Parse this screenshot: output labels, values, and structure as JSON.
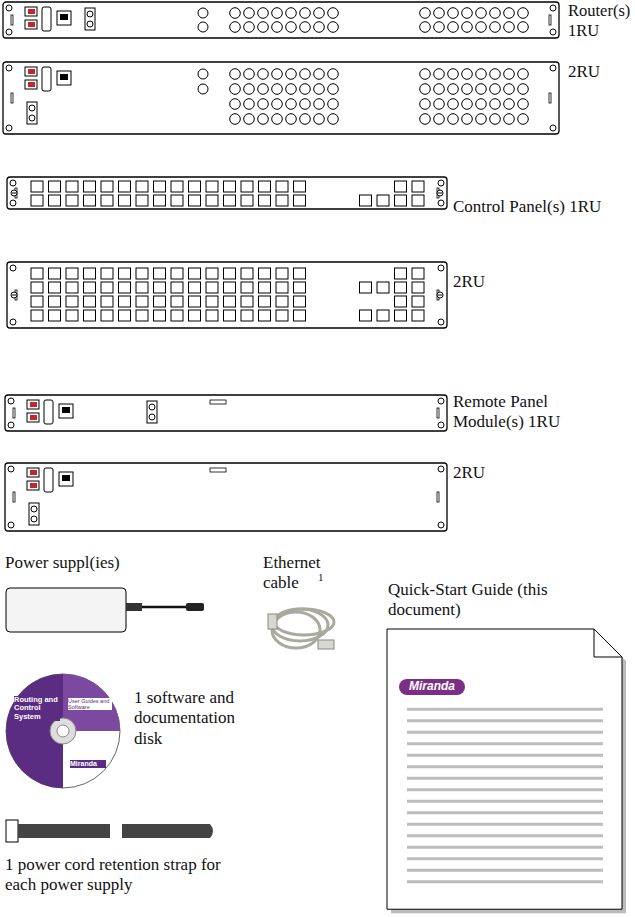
{
  "diagram": {
    "nodes": [
      {
        "text": [
          "Routing and Control System",
          "User Guides and Software",
          "Miranda"
        ]
      },
      {
        "text": [
          "Quick-Start Guide (this document)",
          "Miranda"
        ]
      }
    ],
    "labels": [
      "Router(s) 1RU",
      "2RU",
      "Control Panel(s) 1RU",
      "2RU",
      "Remote Panel Module(s) 1RU",
      "2RU",
      "Power suppl(ies)",
      "Ethernet cable",
      "1",
      "1 software and documentation disk",
      "1 power cord retention strap for each power supply"
    ]
  }
}
